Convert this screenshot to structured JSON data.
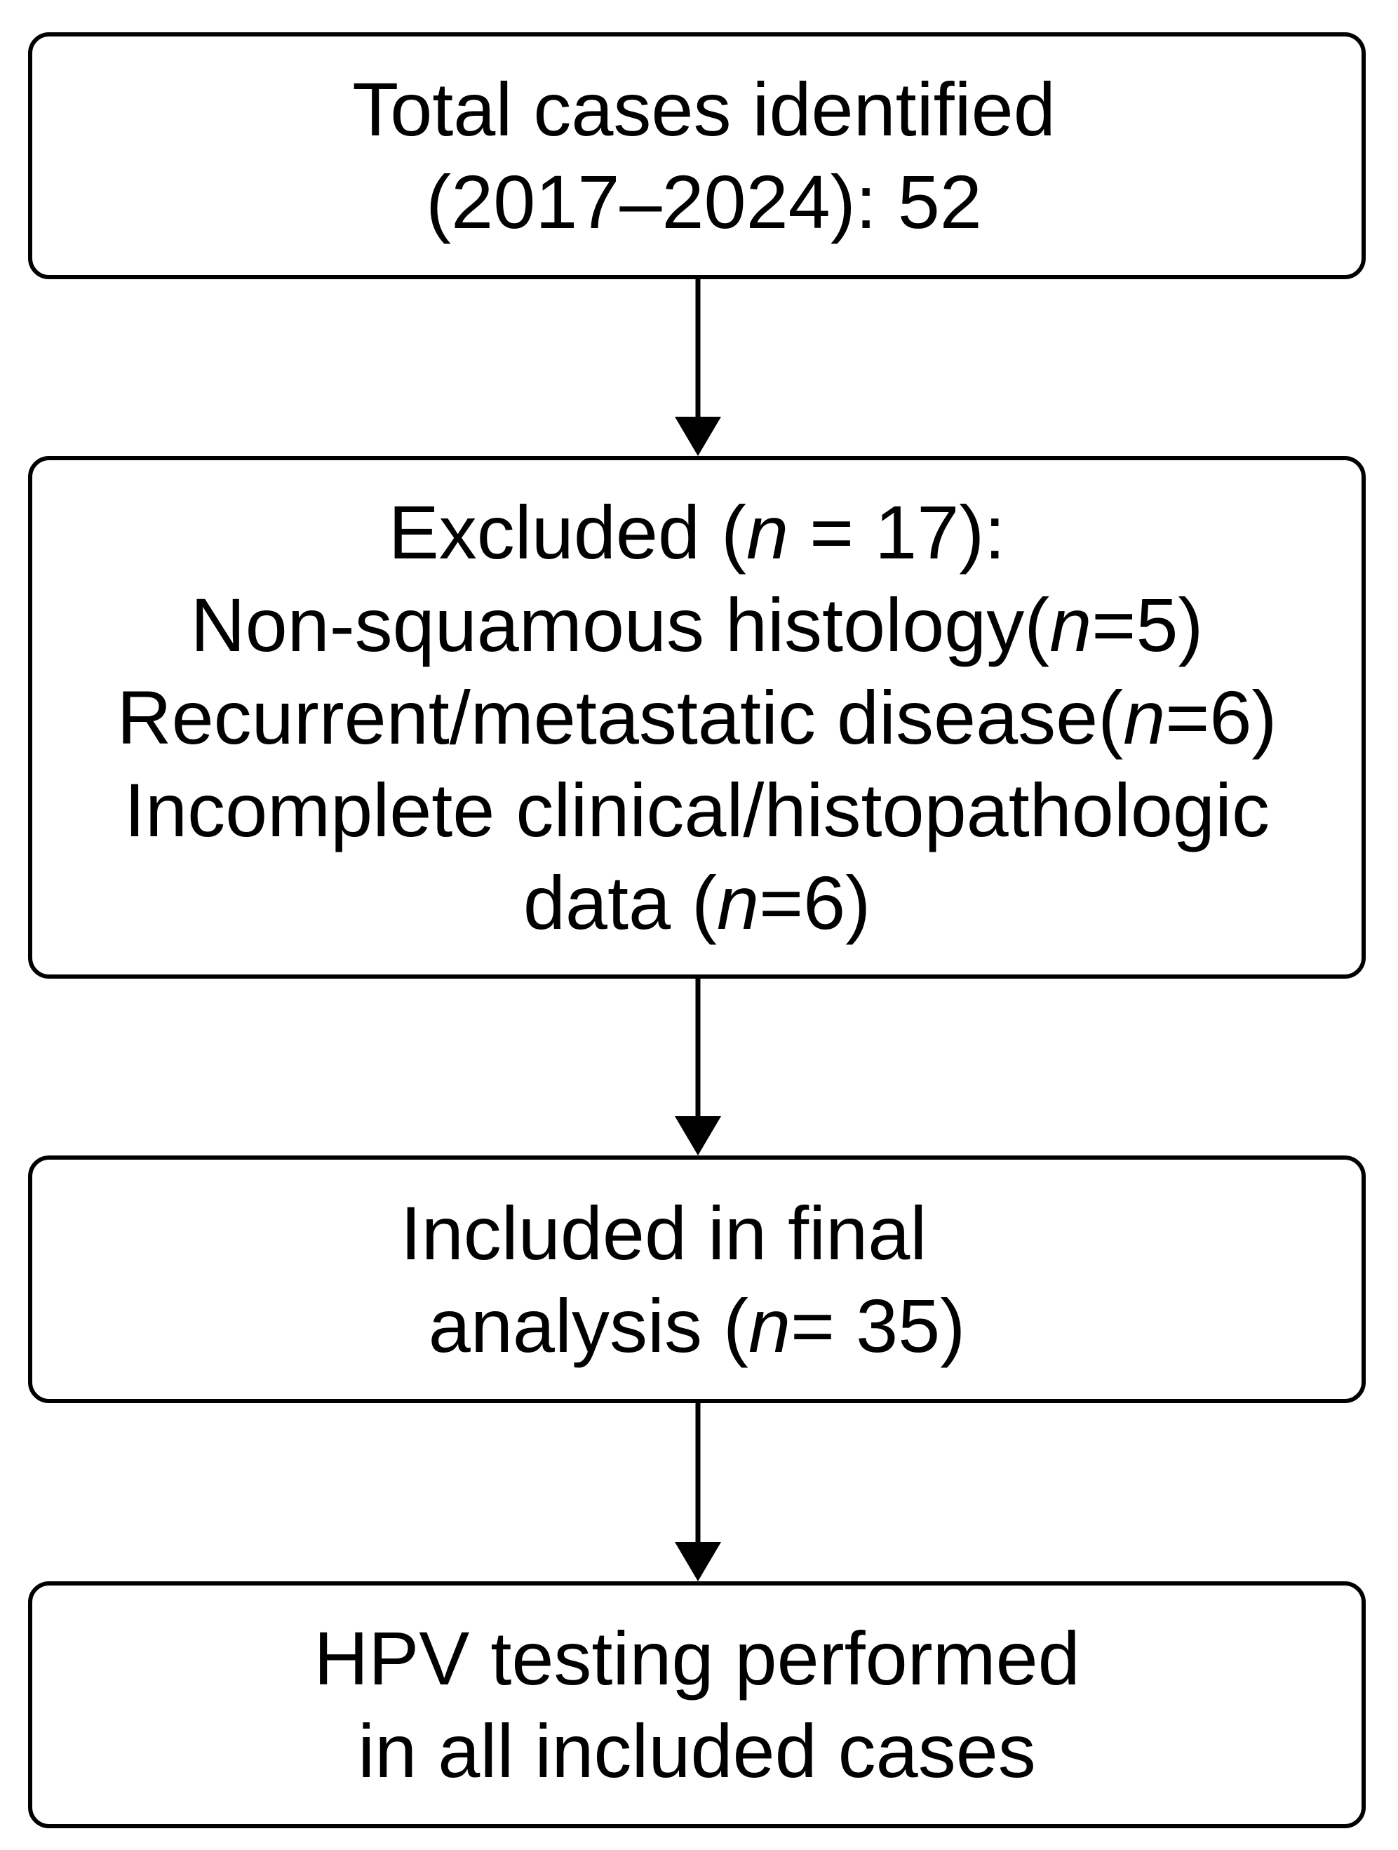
{
  "diagram": {
    "nodes": [
      {
        "id": "total",
        "lines": [
          [
            {
              "text": "Total cases identified"
            }
          ],
          [
            {
              "text": "(2017–2024): 52"
            }
          ]
        ]
      },
      {
        "id": "excluded",
        "lines": [
          [
            {
              "text": "Excluded ("
            },
            {
              "text": "n",
              "italic": true
            },
            {
              "text": " = 17):"
            }
          ],
          [
            {
              "text": "Non-squamous histology("
            },
            {
              "text": "n",
              "italic": true
            },
            {
              "text": "=5)"
            }
          ],
          [
            {
              "text": "Recurrent/metastatic disease("
            },
            {
              "text": "n",
              "italic": true
            },
            {
              "text": "=6)"
            }
          ],
          [
            {
              "text": "Incomplete clinical/histopathologic"
            }
          ],
          [
            {
              "text": "data ("
            },
            {
              "text": "n",
              "italic": true
            },
            {
              "text": "=6)"
            }
          ]
        ]
      },
      {
        "id": "included",
        "lines": [
          [
            {
              "text": "Included in final"
            }
          ],
          [
            {
              "text": "analysis ("
            },
            {
              "text": "n",
              "italic": true
            },
            {
              "text": "= 35)"
            }
          ]
        ]
      },
      {
        "id": "hpv",
        "lines": [
          [
            {
              "text": "HPV testing performed"
            }
          ],
          [
            {
              "text": "in all included cases"
            }
          ]
        ]
      }
    ],
    "edges": [
      {
        "from": "total",
        "to": "excluded"
      },
      {
        "from": "excluded",
        "to": "included"
      },
      {
        "from": "included",
        "to": "hpv"
      }
    ]
  }
}
